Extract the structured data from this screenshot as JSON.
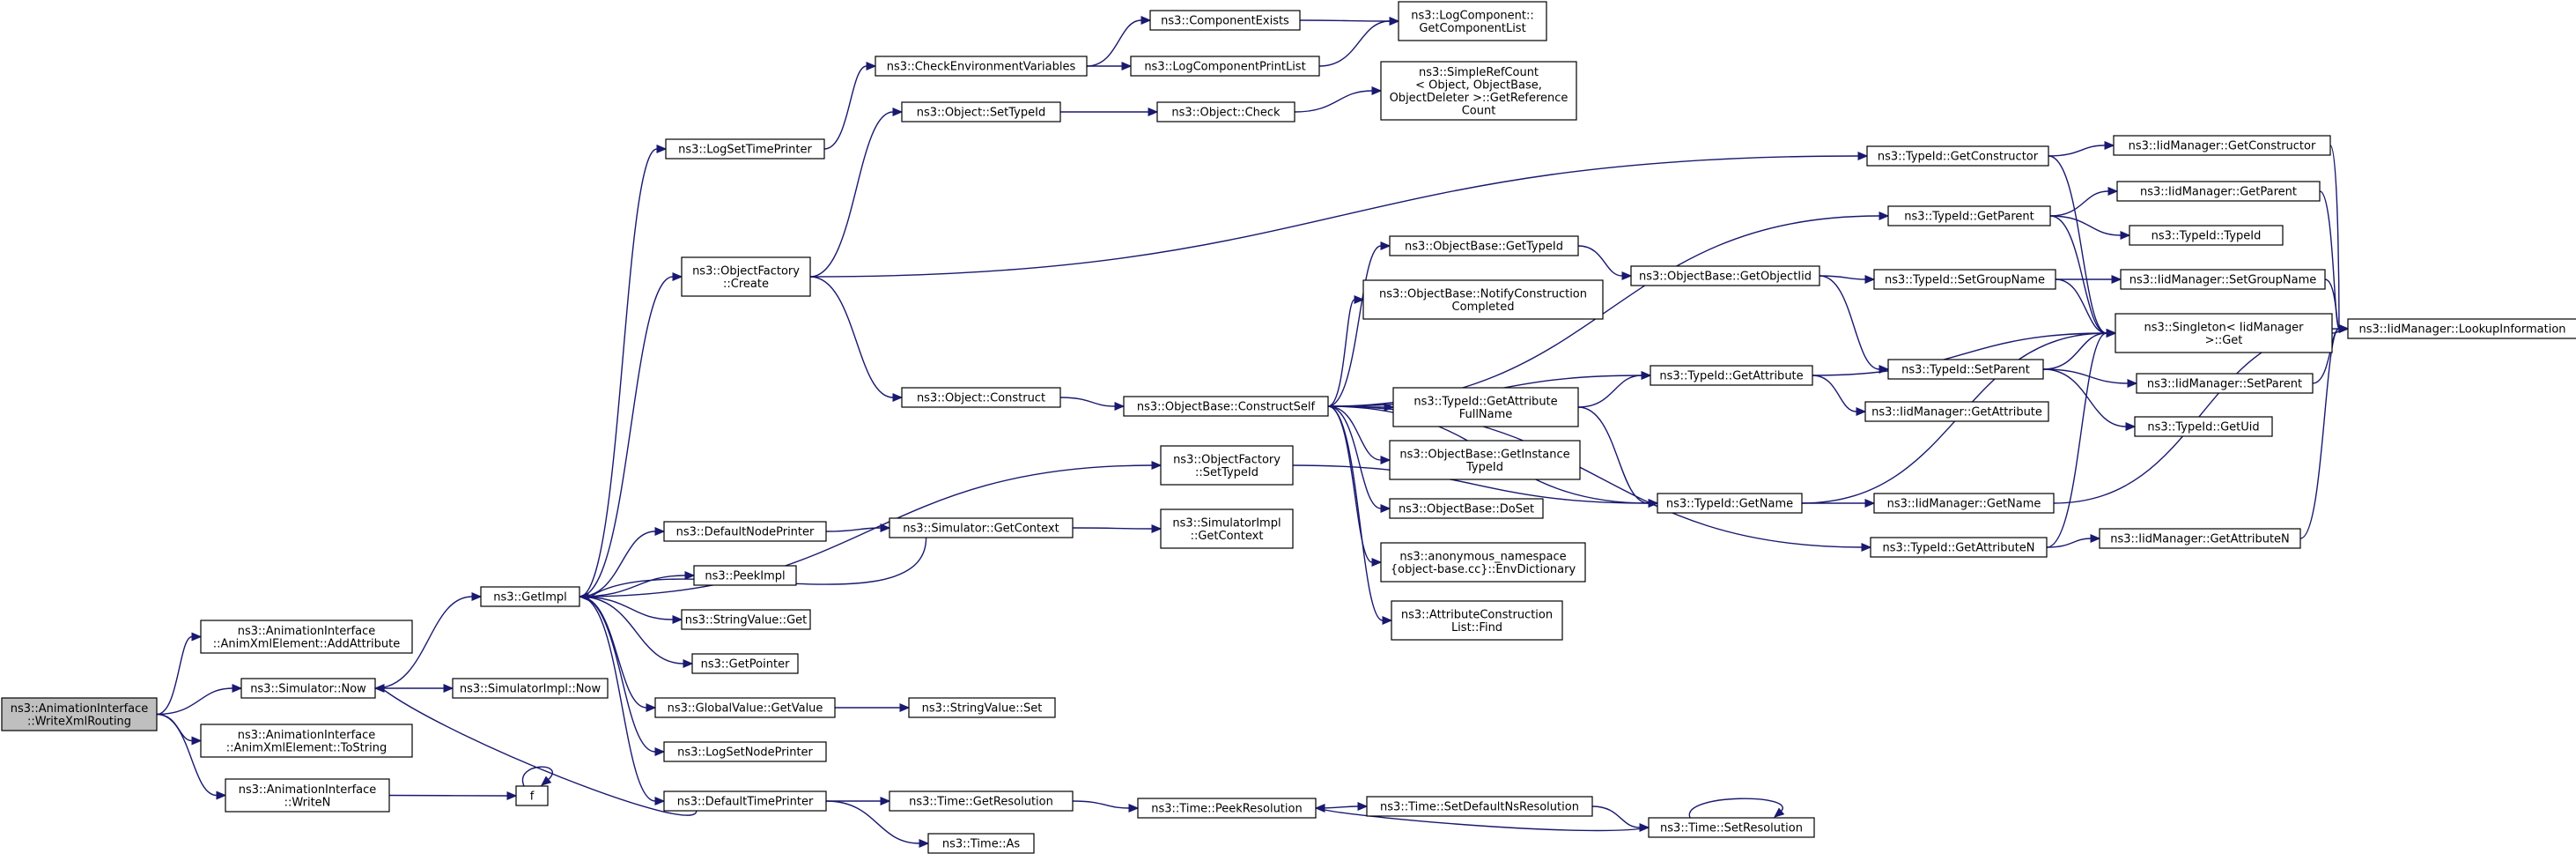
{
  "nodes": [
    {
      "id": "root",
      "lines": [
        "ns3::AnimationInterface",
        "::WriteXmlRouting"
      ]
    },
    {
      "id": "addattr",
      "lines": [
        "ns3::AnimationInterface",
        "::AnimXmlElement::AddAttribute"
      ]
    },
    {
      "id": "simnow",
      "lines": [
        "ns3::Simulator::Now"
      ]
    },
    {
      "id": "tostring",
      "lines": [
        "ns3::AnimationInterface",
        "::AnimXmlElement::ToString"
      ]
    },
    {
      "id": "writen",
      "lines": [
        "ns3::AnimationInterface",
        "::WriteN"
      ]
    },
    {
      "id": "f",
      "lines": [
        "f"
      ]
    },
    {
      "id": "getimpl",
      "lines": [
        "ns3::GetImpl"
      ]
    },
    {
      "id": "simimplnow",
      "lines": [
        "ns3::SimulatorImpl::Now"
      ]
    },
    {
      "id": "logsettime",
      "lines": [
        "ns3::LogSetTimePrinter"
      ]
    },
    {
      "id": "objfactcreate",
      "lines": [
        "ns3::ObjectFactory",
        "::Create"
      ]
    },
    {
      "id": "defnodeprinter",
      "lines": [
        "ns3::DefaultNodePrinter"
      ]
    },
    {
      "id": "peekimpl",
      "lines": [
        "ns3::PeekImpl"
      ]
    },
    {
      "id": "strvalget",
      "lines": [
        "ns3::StringValue::Get"
      ]
    },
    {
      "id": "getpointer",
      "lines": [
        "ns3::GetPointer"
      ]
    },
    {
      "id": "globalget",
      "lines": [
        "ns3::GlobalValue::GetValue"
      ]
    },
    {
      "id": "logsetnode",
      "lines": [
        "ns3::LogSetNodePrinter"
      ]
    },
    {
      "id": "deftimeprinter",
      "lines": [
        "ns3::DefaultTimePrinter"
      ]
    },
    {
      "id": "checkenv",
      "lines": [
        "ns3::CheckEnvironmentVariables"
      ]
    },
    {
      "id": "objsettypeid",
      "lines": [
        "ns3::Object::SetTypeId"
      ]
    },
    {
      "id": "objconstruct",
      "lines": [
        "ns3::Object::Construct"
      ]
    },
    {
      "id": "simgetcontext",
      "lines": [
        "ns3::Simulator::GetContext"
      ]
    },
    {
      "id": "strvalset",
      "lines": [
        "ns3::StringValue::Set"
      ]
    },
    {
      "id": "timegetres",
      "lines": [
        "ns3::Time::GetResolution"
      ]
    },
    {
      "id": "timeas",
      "lines": [
        "ns3::Time::As"
      ]
    },
    {
      "id": "compexists",
      "lines": [
        "ns3::ComponentExists"
      ]
    },
    {
      "id": "logcompprint",
      "lines": [
        "ns3::LogComponentPrintList"
      ]
    },
    {
      "id": "objcheck",
      "lines": [
        "ns3::Object::Check"
      ]
    },
    {
      "id": "objbaseconstructself",
      "lines": [
        "ns3::ObjectBase::ConstructSelf"
      ]
    },
    {
      "id": "objfactsettypeid",
      "lines": [
        "ns3::ObjectFactory",
        "::SetTypeId"
      ]
    },
    {
      "id": "simimplgetcontext",
      "lines": [
        "ns3::SimulatorImpl",
        "::GetContext"
      ]
    },
    {
      "id": "timepeekres",
      "lines": [
        "ns3::Time::PeekResolution"
      ]
    },
    {
      "id": "getcomplist",
      "lines": [
        "ns3::LogComponent::",
        "GetComponentList"
      ]
    },
    {
      "id": "simplerefcount",
      "lines": [
        "ns3::SimpleRefCount",
        "< Object, ObjectBase,",
        "ObjectDeleter >::GetReference",
        "Count"
      ]
    },
    {
      "id": "objbasegettypeid",
      "lines": [
        "ns3::ObjectBase::GetTypeId"
      ]
    },
    {
      "id": "objbasenotify",
      "lines": [
        "ns3::ObjectBase::NotifyConstruction",
        "Completed"
      ]
    },
    {
      "id": "typeidgetattrfull",
      "lines": [
        "ns3::TypeId::GetAttribute",
        "FullName"
      ]
    },
    {
      "id": "objbasegetinstance",
      "lines": [
        "ns3::ObjectBase::GetInstance",
        "TypeId"
      ]
    },
    {
      "id": "objbasedoset",
      "lines": [
        "ns3::ObjectBase::DoSet"
      ]
    },
    {
      "id": "anonenvdict",
      "lines": [
        "ns3::anonymous_namespace",
        "{object-base.cc}::EnvDictionary"
      ]
    },
    {
      "id": "attrconstructfind",
      "lines": [
        "ns3::AttributeConstruction",
        "List::Find"
      ]
    },
    {
      "id": "timesetdefns",
      "lines": [
        "ns3::Time::SetDefaultNsResolution"
      ]
    },
    {
      "id": "timesetres",
      "lines": [
        "ns3::Time::SetResolution"
      ]
    },
    {
      "id": "objbasegetobjectiid",
      "lines": [
        "ns3::ObjectBase::GetObjectIid"
      ]
    },
    {
      "id": "typeidgetattr",
      "lines": [
        "ns3::TypeId::GetAttribute"
      ]
    },
    {
      "id": "typeidgetname",
      "lines": [
        "ns3::TypeId::GetName"
      ]
    },
    {
      "id": "typeidgetconstructor",
      "lines": [
        "ns3::TypeId::GetConstructor"
      ]
    },
    {
      "id": "typeidgetparent",
      "lines": [
        "ns3::TypeId::GetParent"
      ]
    },
    {
      "id": "typeidsetgroupname",
      "lines": [
        "ns3::TypeId::SetGroupName"
      ]
    },
    {
      "id": "typeidsetparent",
      "lines": [
        "ns3::TypeId::SetParent"
      ]
    },
    {
      "id": "typeidgetattrn",
      "lines": [
        "ns3::TypeId::GetAttributeN"
      ]
    },
    {
      "id": "iidgetattribute",
      "lines": [
        "ns3::IidManager::GetAttribute"
      ]
    },
    {
      "id": "iidgetname",
      "lines": [
        "ns3::IidManager::GetName"
      ]
    },
    {
      "id": "iidgetconstructor",
      "lines": [
        "ns3::IidManager::GetConstructor"
      ]
    },
    {
      "id": "iidgetparent",
      "lines": [
        "ns3::IidManager::GetParent"
      ]
    },
    {
      "id": "typeidtypeid",
      "lines": [
        "ns3::TypeId::TypeId"
      ]
    },
    {
      "id": "iidsetgroupname",
      "lines": [
        "ns3::IidManager::SetGroupName"
      ]
    },
    {
      "id": "singletonget",
      "lines": [
        "ns3::Singleton< IidManager",
        ">::Get"
      ]
    },
    {
      "id": "iidsetparent",
      "lines": [
        "ns3::IidManager::SetParent"
      ]
    },
    {
      "id": "typeidgetuid",
      "lines": [
        "ns3::TypeId::GetUid"
      ]
    },
    {
      "id": "iidgetattrn",
      "lines": [
        "ns3::IidManager::GetAttributeN"
      ]
    },
    {
      "id": "iidlookup",
      "lines": [
        "ns3::IidManager::LookupInformation"
      ]
    }
  ]
}
